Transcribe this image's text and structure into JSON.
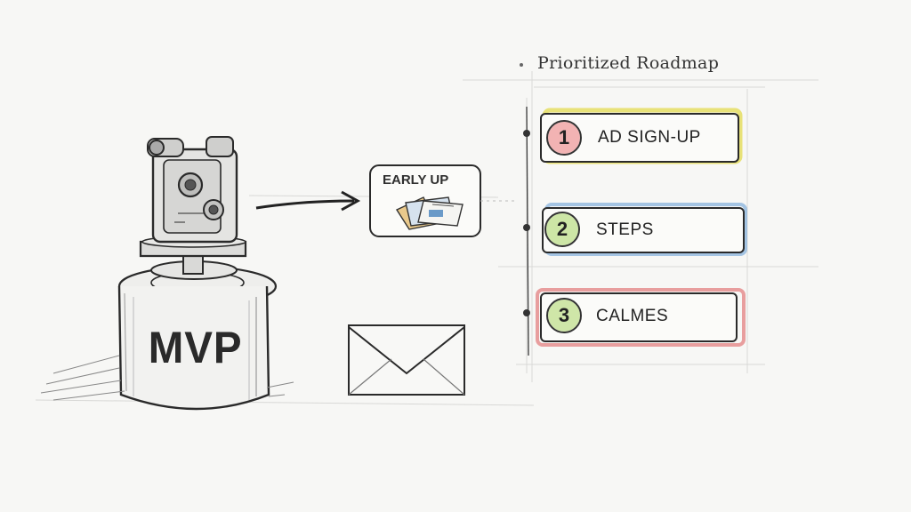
{
  "title": "Prioritized Roadmap",
  "mvp": {
    "label": "MVP"
  },
  "early_card": {
    "label": "EARLY UP"
  },
  "roadmap": {
    "items": [
      {
        "number": "1",
        "label": "AD SIGN-UP",
        "accent": "#e3dc59",
        "num_fill": "#f2b3b3"
      },
      {
        "number": "2",
        "label": "STEPS",
        "accent": "#8fb6de",
        "num_fill": "#cde6a6"
      },
      {
        "number": "3",
        "label": "CALMES",
        "accent": "#e58e8e",
        "num_fill": "#cfe6a8"
      }
    ]
  },
  "colors": {
    "ink": "#2a2a2a",
    "paper": "#f7f7f5"
  }
}
